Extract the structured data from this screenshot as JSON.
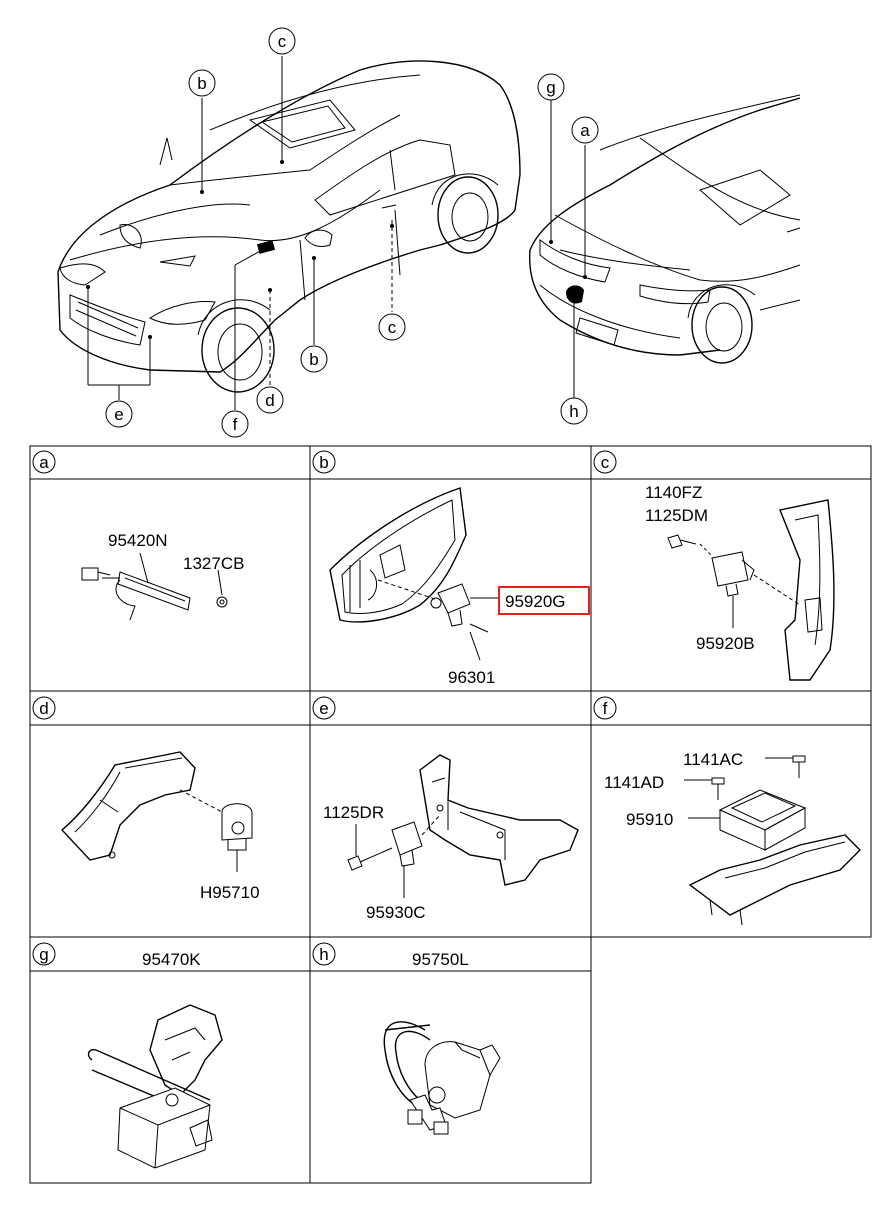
{
  "callouts": {
    "a": "a",
    "b": "b",
    "c": "c",
    "d": "d",
    "e": "e",
    "f": "f",
    "g": "g",
    "h": "h"
  },
  "cells": {
    "a": {
      "letter": "a",
      "parts": [
        "95420N",
        "1327CB"
      ]
    },
    "b": {
      "letter": "b",
      "parts": [
        "95920G",
        "96301"
      ]
    },
    "c": {
      "letter": "c",
      "parts": [
        "1140FZ",
        "1125DM",
        "95920B"
      ]
    },
    "d": {
      "letter": "d",
      "parts": [
        "H95710"
      ]
    },
    "e": {
      "letter": "e",
      "parts": [
        "1125DR",
        "95930C"
      ]
    },
    "f": {
      "letter": "f",
      "parts": [
        "1141AC",
        "1141AD",
        "95910"
      ]
    },
    "g": {
      "letter": "g",
      "header_part": "95470K"
    },
    "h": {
      "letter": "h",
      "header_part": "95750L"
    }
  },
  "highlight_color": "#e2231a"
}
